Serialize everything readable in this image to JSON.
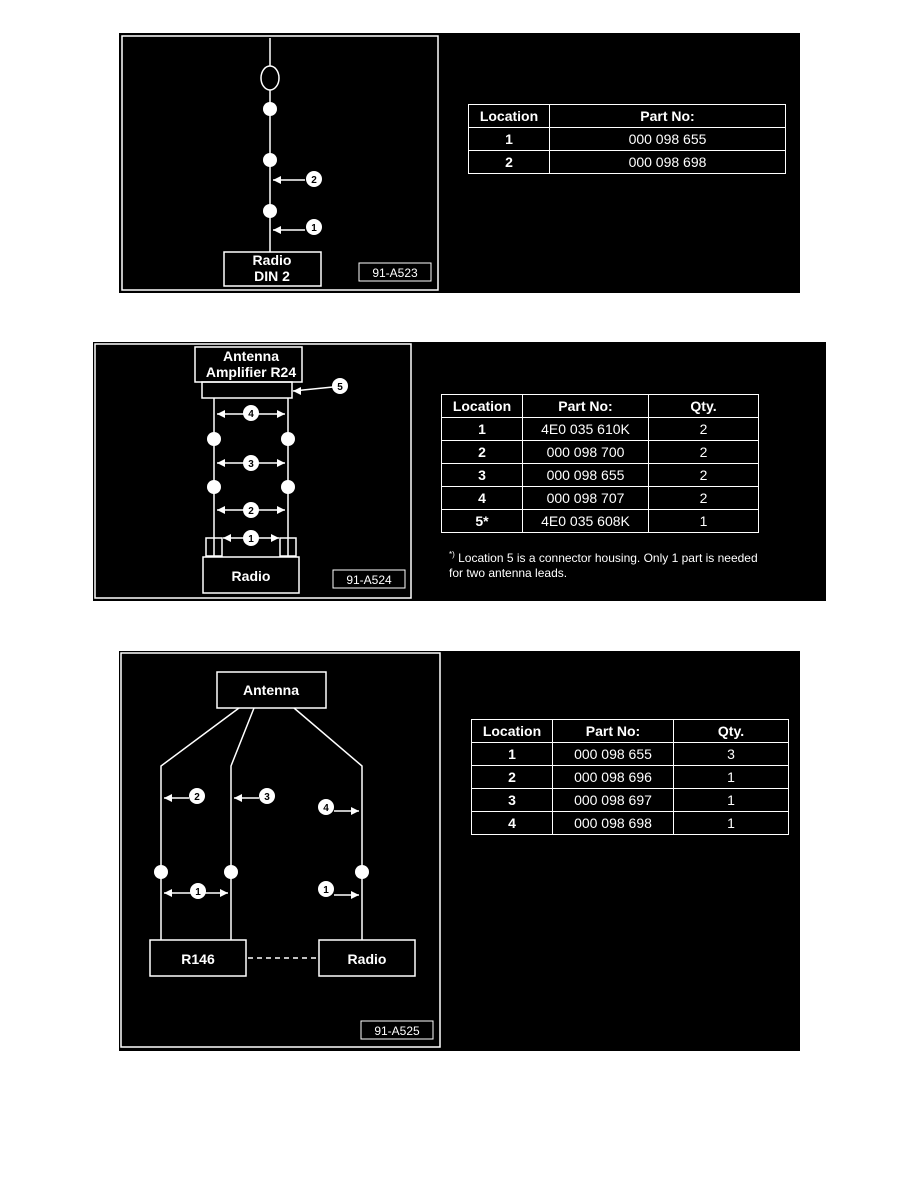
{
  "panel1": {
    "box_label_line1": "Radio",
    "box_label_line2": "DIN 2",
    "code": "91-A523",
    "callouts": [
      "1",
      "2"
    ],
    "table": {
      "headers": [
        "Location",
        "Part No:"
      ],
      "rows": [
        [
          "1",
          "000 098 655"
        ],
        [
          "2",
          "000 098 698"
        ]
      ]
    }
  },
  "panel2": {
    "top_box_line1": "Antenna",
    "top_box_line2": "Amplifier R24",
    "bottom_box": "Radio",
    "code": "91-A524",
    "callouts": [
      "1",
      "2",
      "3",
      "4",
      "5"
    ],
    "table": {
      "headers": [
        "Location",
        "Part No:",
        "Qty."
      ],
      "rows": [
        [
          "1",
          "4E0 035 610K",
          "2"
        ],
        [
          "2",
          "000 098 700",
          "2"
        ],
        [
          "3",
          "000 098 655",
          "2"
        ],
        [
          "4",
          "000 098 707",
          "2"
        ],
        [
          "5*",
          "4E0 035 608K",
          "1"
        ]
      ]
    },
    "note_mark": "*)",
    "note_text": "Location 5 is a connector housing. Only 1 part is needed for two antenna leads."
  },
  "panel3": {
    "antenna_box": "Antenna",
    "r146_box": "R146",
    "radio_box": "Radio",
    "code": "91-A525",
    "callouts": [
      "1",
      "2",
      "3",
      "4",
      "1"
    ],
    "table": {
      "headers": [
        "Location",
        "Part No:",
        "Qty."
      ],
      "rows": [
        [
          "1",
          "000 098 655",
          "3"
        ],
        [
          "2",
          "000 098 696",
          "1"
        ],
        [
          "3",
          "000 098 697",
          "1"
        ],
        [
          "4",
          "000 098 698",
          "1"
        ]
      ]
    }
  }
}
